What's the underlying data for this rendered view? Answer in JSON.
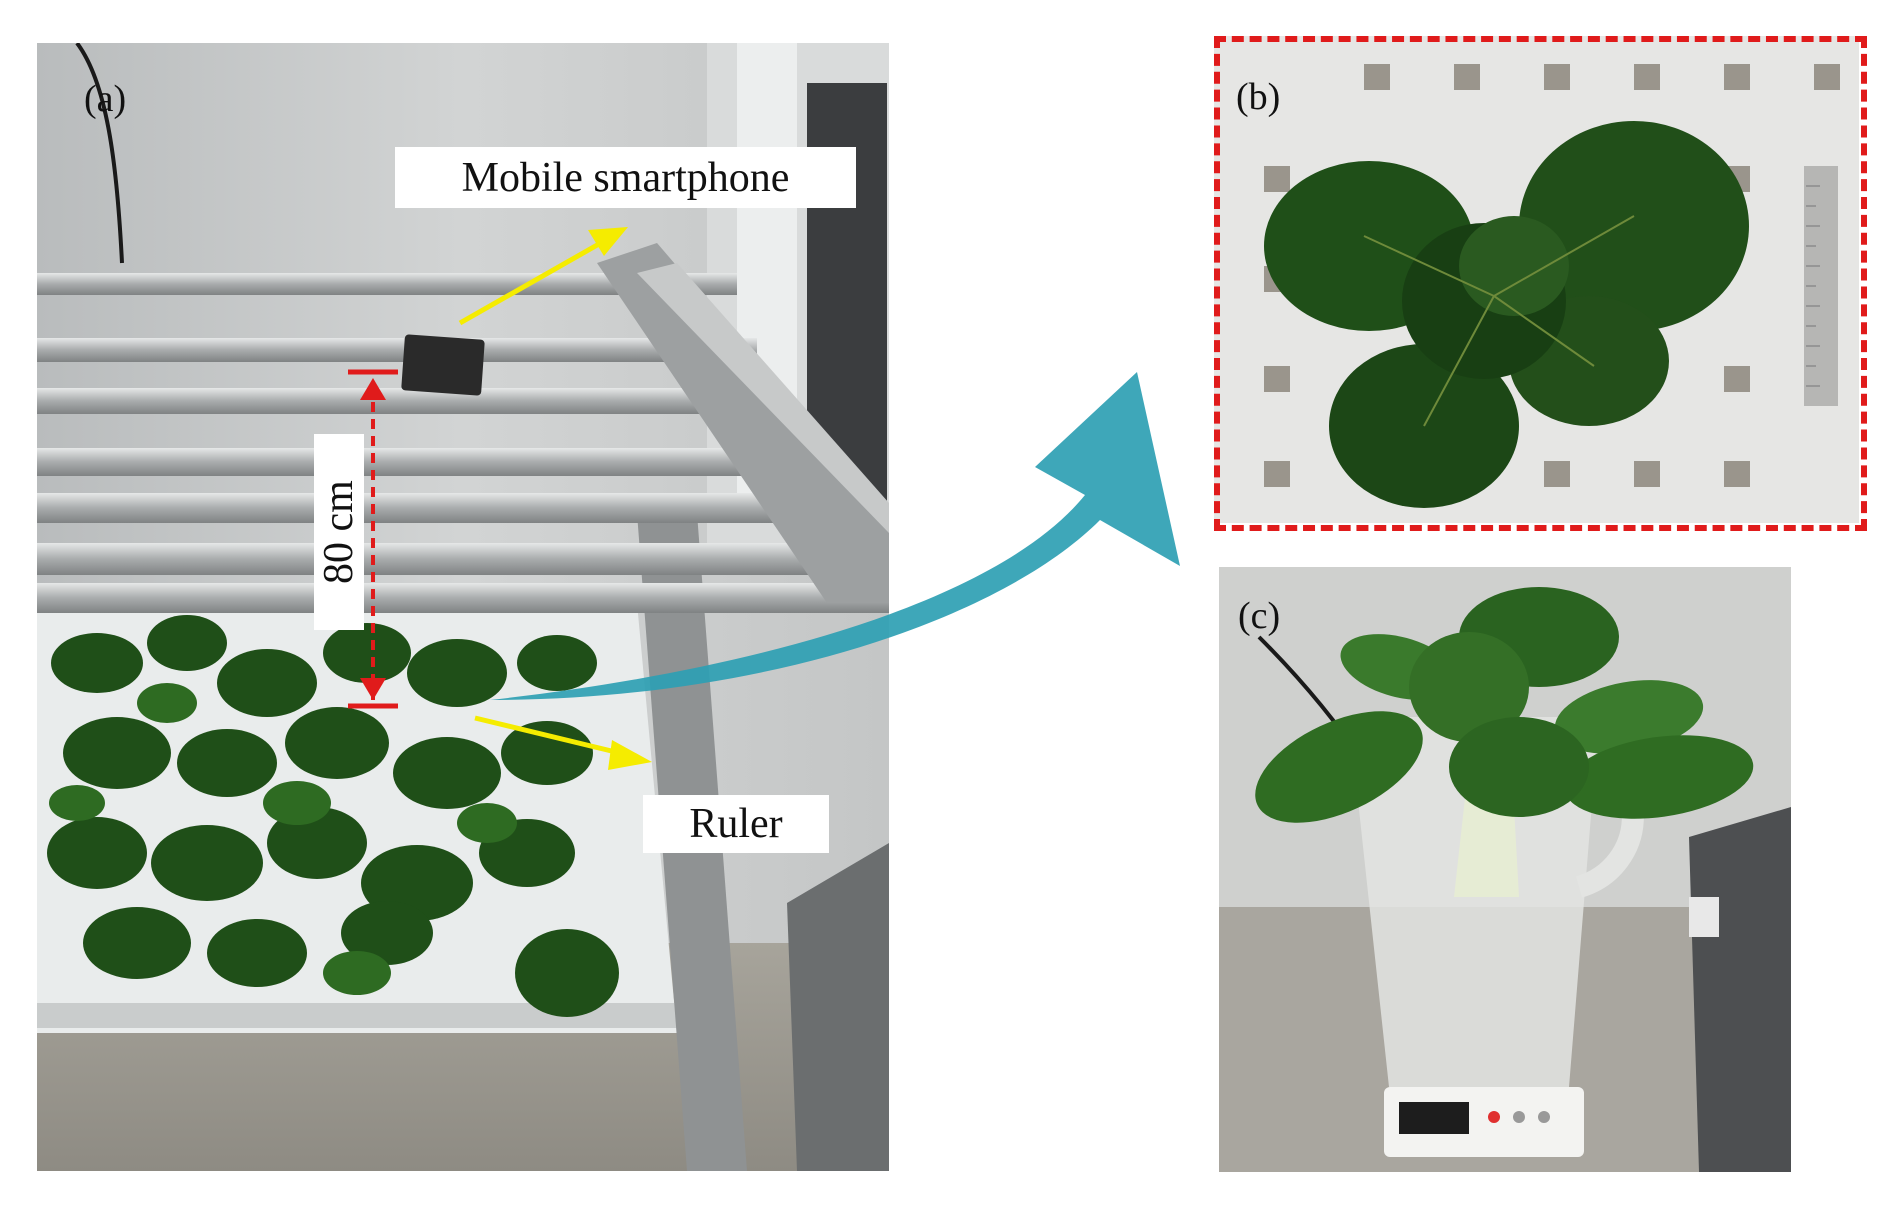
{
  "panels": {
    "a": {
      "label": "(a)"
    },
    "b": {
      "label": "(b)"
    },
    "c": {
      "label": "(c)"
    }
  },
  "annotations": {
    "mobile_smartphone": "Mobile smartphone",
    "ruler": "Ruler",
    "distance": "80 cm"
  },
  "colors": {
    "arrow_yellow": "#f5ec00",
    "measure_red": "#e01b1b",
    "flow_arrow": "#2e9fb3",
    "leaf_green": "#1f4f18",
    "frame_dashed": "#e01b1b"
  }
}
